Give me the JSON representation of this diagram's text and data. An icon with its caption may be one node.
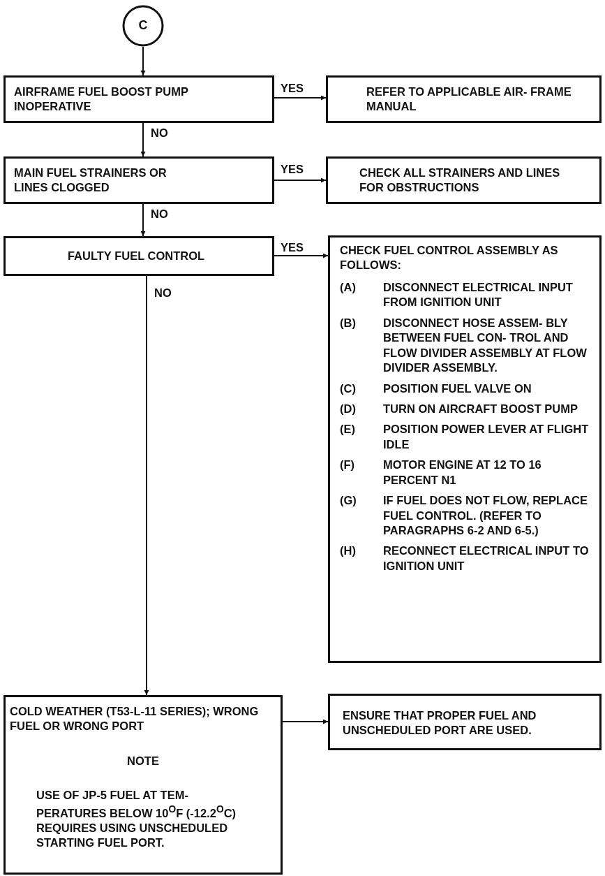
{
  "diagram": {
    "nodes": [
      {
        "text": [
          "C"
        ]
      },
      {
        "text": [
          "AIRFRAME FUEL BOOST PUMP INOPERATIVE"
        ]
      },
      {
        "text": [
          "REFER TO APPLICABLE AIR- FRAME MANUAL"
        ]
      },
      {
        "text": [
          "MAIN FUEL STRAINERS OR LINES CLOGGED"
        ]
      },
      {
        "text": [
          "CHECK ALL STRAINERS AND LINES FOR OBSTRUCTIONS"
        ]
      },
      {
        "text": [
          "FAULTY FUEL CONTROL"
        ]
      },
      {
        "text": [
          "CHECK FUEL CONTROL ASSEMBLY AS FOLLOWS:",
          "(A)",
          "DISCONNECT ELECTRICAL INPUT FROM IGNITION UNIT",
          "(B)",
          "DISCONNECT HOSE ASSEM- BLY BETWEEN FUEL CON- TROL AND FLOW DIVIDER ASSEMBLY AT FLOW DIVIDER ASSEMBLY.",
          "(C)",
          "POSITION FUEL VALVE ON",
          "(D)",
          "TURN ON AIRCRAFT BOOST PUMP",
          "(E)",
          "POSITION POWER LEVER AT FLIGHT IDLE",
          "(F)",
          "MOTOR ENGINE AT 12 TO 16 PERCENT N1",
          "(G)",
          "IF FUEL DOES NOT FLOW, REPLACE FUEL CONTROL. (REFER TO PARAGRAPHS 6-2 AND 6-5.)",
          "(H)",
          "RECONNECT ELECTRICAL INPUT TO IGNITION UNIT"
        ]
      },
      {
        "text": [
          "COLD WEATHER (T53-L-11 SERIES); WRONG FUEL OR WRONG PORT",
          "NOTE",
          "USE OF JP-5 FUEL AT TEM- PERATURES BELOW 10$^{O}$F (-12.2$^{O}$C) REQUIRES USING UNSCHEDULED STARTING FUEL PORT."
        ]
      },
      {
        "text": [
          "ENSURE THAT PROPER FUEL AND UNSCHEDULED PORT ARE USED."
        ]
      }
    ],
    "edges": [
      {
        "from": 0,
        "to": 1,
        "arrow": "to"
      },
      {
        "from": 1,
        "to": 2,
        "arrow": "to",
        "label": "YES"
      },
      {
        "from": 1,
        "to": 3,
        "arrow": "to",
        "label": "NO"
      },
      {
        "from": 3,
        "to": 4,
        "arrow": "to",
        "label": "YES"
      },
      {
        "from": 3,
        "to": 5,
        "arrow": "to",
        "label": "NO"
      },
      {
        "from": 5,
        "to": 6,
        "arrow": "to",
        "label": "YES"
      },
      {
        "from": 5,
        "to": 7,
        "arrow": "to",
        "label": "NO"
      },
      {
        "from": 7,
        "to": 8,
        "arrow": "to"
      }
    ]
  }
}
